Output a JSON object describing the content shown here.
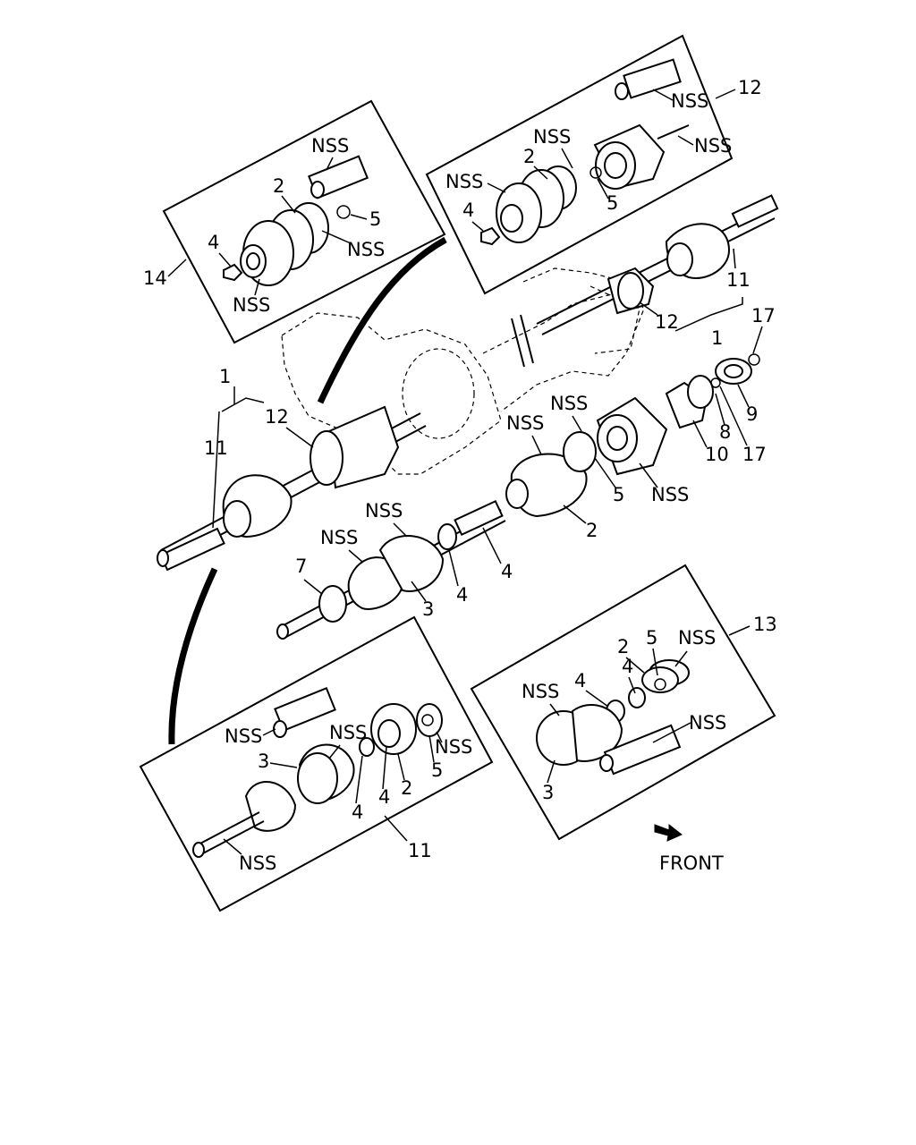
{
  "callouts": {
    "c_nss_14a": "NSS",
    "c_2_14": "2",
    "c_5_14": "5",
    "c_nss_14b": "NSS",
    "c_4_14": "4",
    "c_14": "14",
    "c_nss_14c": "NSS",
    "c_nss_12a": "NSS",
    "c_12_top": "12",
    "c_nss_12b": "NSS",
    "c_nss_12c": "NSS",
    "c_2_12": "2",
    "c_nss_12d": "NSS",
    "c_5_12": "5",
    "c_4_12": "4",
    "c_11_r": "11",
    "c_12_r": "12",
    "c_1_r": "1",
    "c_17_r": "17",
    "c_1_l": "1",
    "c_12_l": "12",
    "c_11_l": "11",
    "c_nss_m1": "NSS",
    "c_nss_m2": "NSS",
    "c_8": "8",
    "c_9": "9",
    "c_10": "10",
    "c_17_b": "17",
    "c_5_m": "5",
    "c_nss_m3": "NSS",
    "c_2_m": "2",
    "c_nss_m4": "NSS",
    "c_nss_m5": "NSS",
    "c_7": "7",
    "c_4_m1": "4",
    "c_4_m2": "4",
    "c_3_m": "3",
    "c_13": "13",
    "c_2_13": "2",
    "c_5_13": "5",
    "c_nss_13a": "NSS",
    "c_nss_13b": "NSS",
    "c_4_13a": "4",
    "c_4_13b": "4",
    "c_nss_13c": "NSS",
    "c_3_13": "3",
    "c_nss_11a": "NSS",
    "c_nss_11b": "NSS",
    "c_3_11": "3",
    "c_4_11a": "4",
    "c_4_11b": "4",
    "c_2_11": "2",
    "c_5_11": "5",
    "c_nss_11c": "NSS",
    "c_nss_11d": "NSS",
    "c_11_b": "11"
  },
  "front_label": "FRONT"
}
